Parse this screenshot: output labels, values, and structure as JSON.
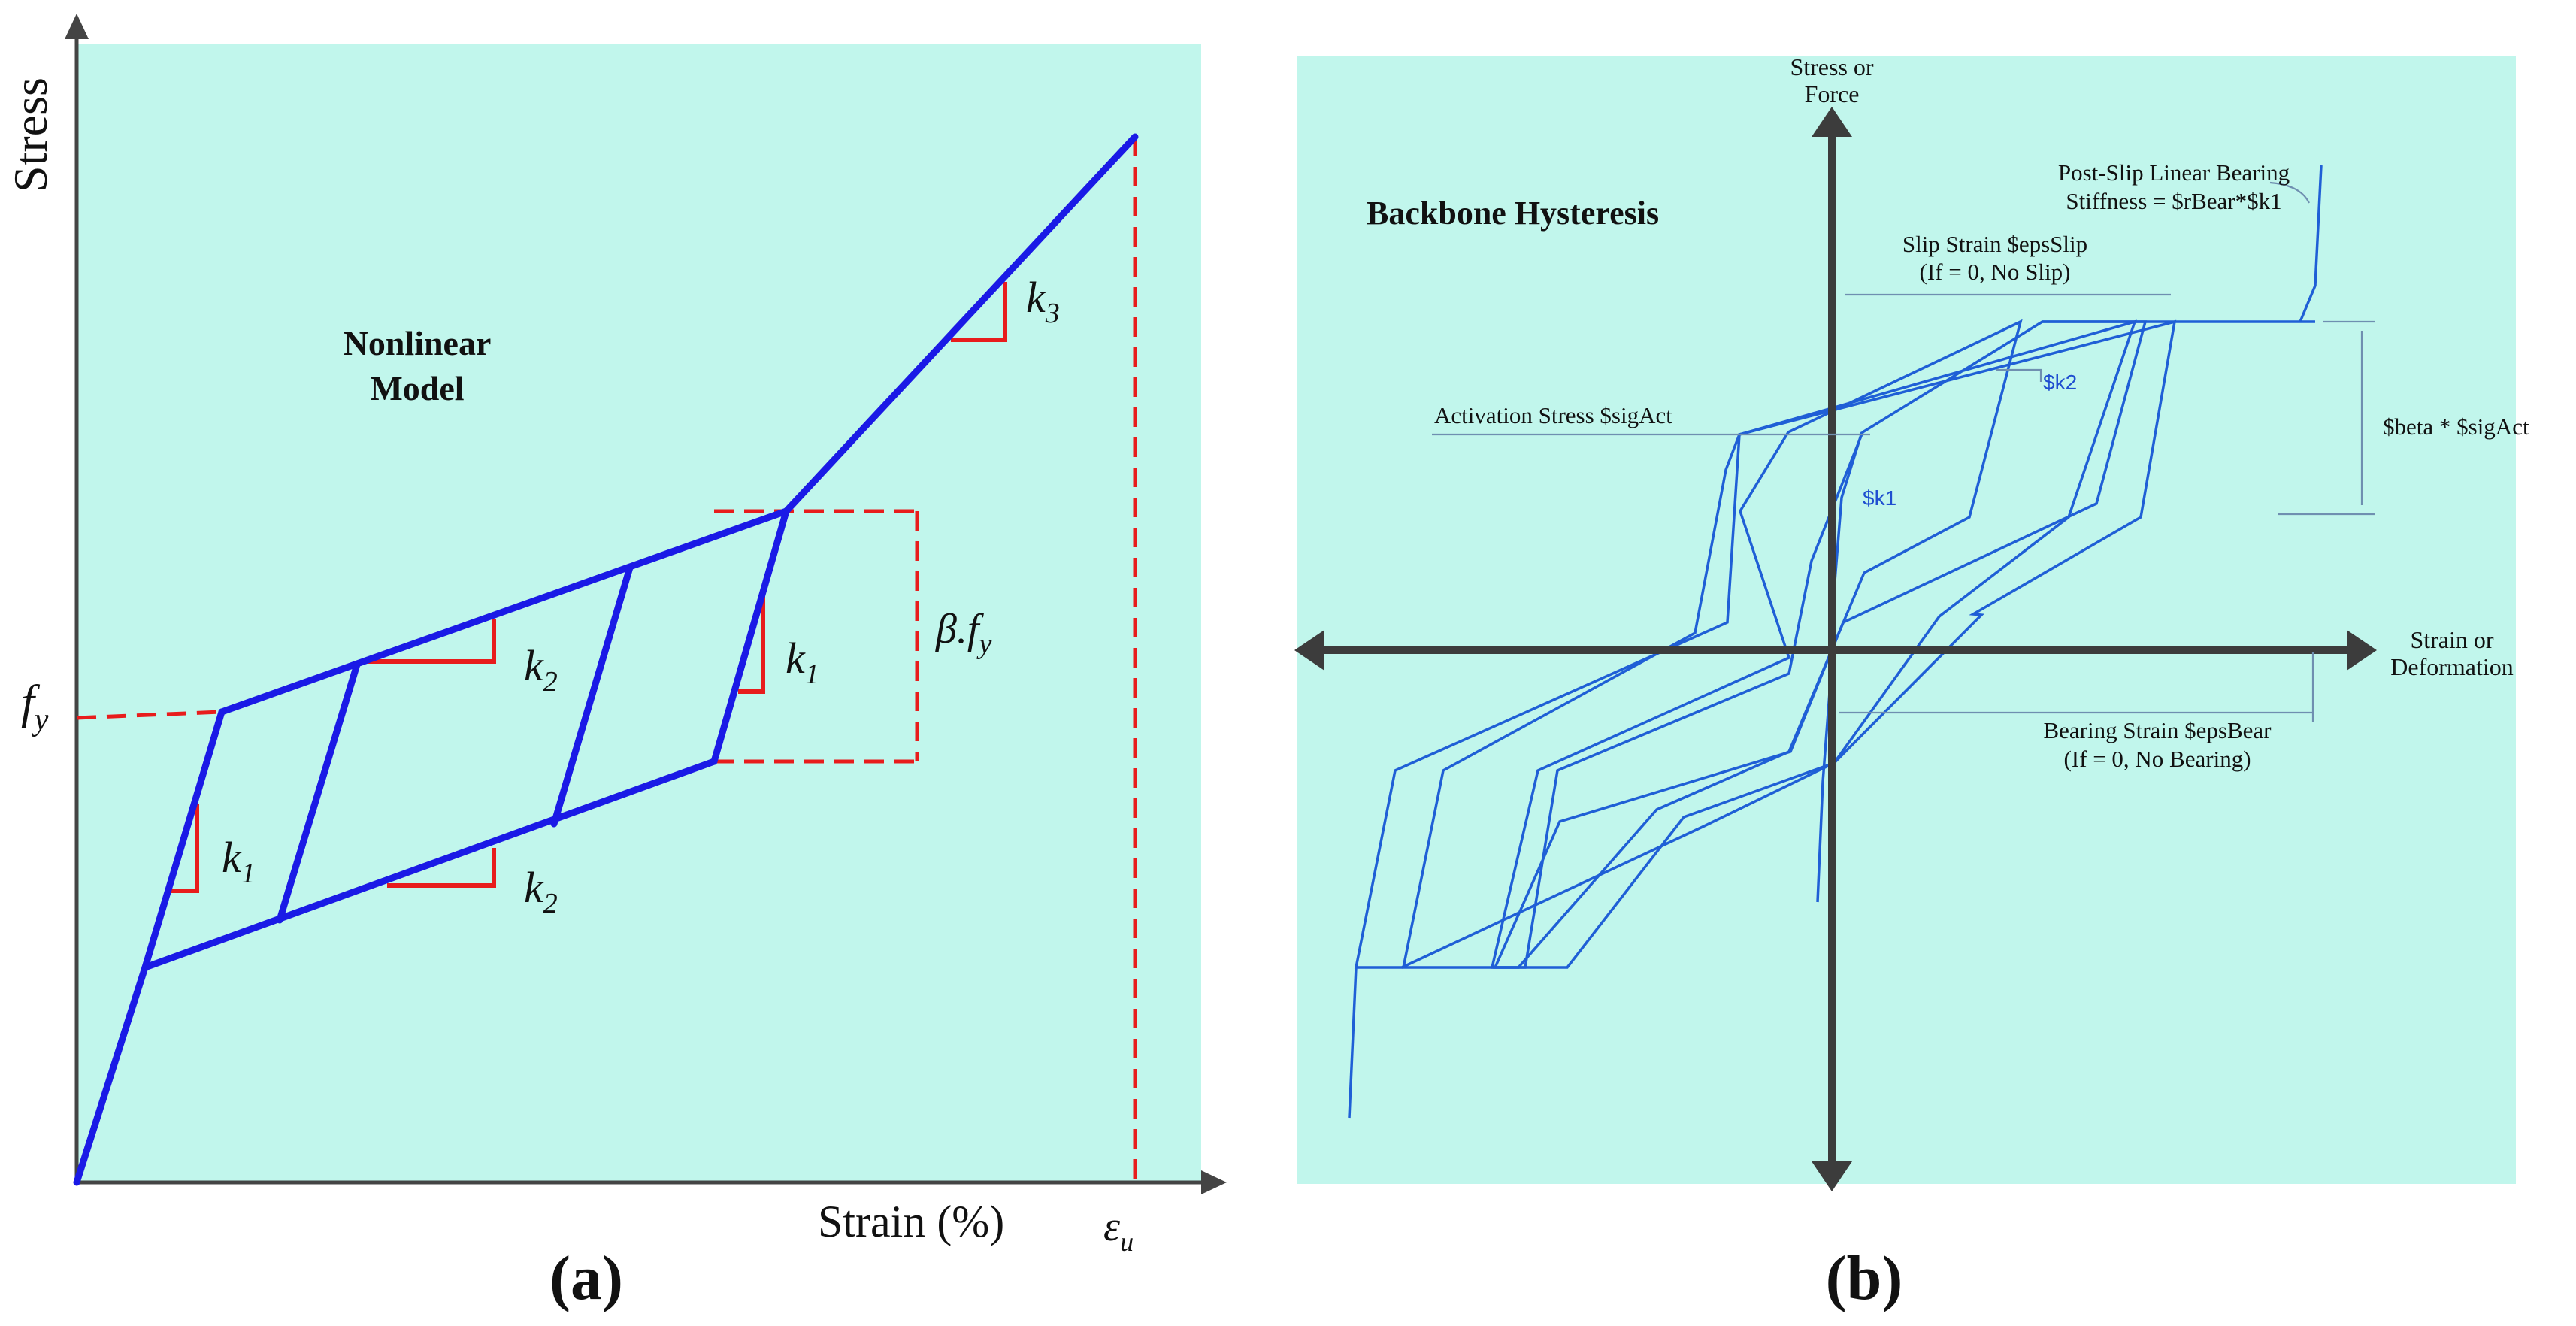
{
  "panel_a": {
    "y_axis_label": "Stress",
    "x_axis_label": "Strain (%)",
    "model_title_line1": "Nonlinear",
    "model_title_line2": "Model",
    "fy_base": "f",
    "fy_sub": "y",
    "beta_fy_base": "β.f",
    "beta_fy_sub": "y",
    "k1_upper_base": "k",
    "k1_upper_sub": "1",
    "k1_lower_base": "k",
    "k1_lower_sub": "1",
    "k2_upper_base": "k",
    "k2_upper_sub": "2",
    "k2_lower_base": "k",
    "k2_lower_sub": "2",
    "k3_base": "k",
    "k3_sub": "3",
    "eps_u_base": "ε",
    "eps_u_sub": "u",
    "caption": "(a)"
  },
  "panel_b": {
    "title": "Backbone Hysteresis",
    "y_axis_label_line1": "Stress or",
    "y_axis_label_line2": "Force",
    "x_axis_label_line1": "Strain or",
    "x_axis_label_line2": "Deformation",
    "post_slip_line1": "Post-Slip Linear Bearing",
    "post_slip_line2": "Stiffness = $rBear*$k1",
    "slip_strain_line1": "Slip Strain $epsSlip",
    "slip_strain_line2": "(If = 0, No Slip)",
    "activation_stress": "Activation Stress $sigAct",
    "k2_label": "$k2",
    "k1_label": "$k1",
    "beta_sigact": "$beta * $sigAct",
    "bearing_strain_line1": "Bearing Strain $epsBear",
    "bearing_strain_line2": "(If = 0, No Bearing)",
    "caption": "(b)"
  },
  "colors": {
    "background": "#c1f6ec",
    "curve_a": "#1a1ae6",
    "curve_b": "#1f5fd6",
    "red": "#e81c1c",
    "axis": "#3c3c3c"
  }
}
